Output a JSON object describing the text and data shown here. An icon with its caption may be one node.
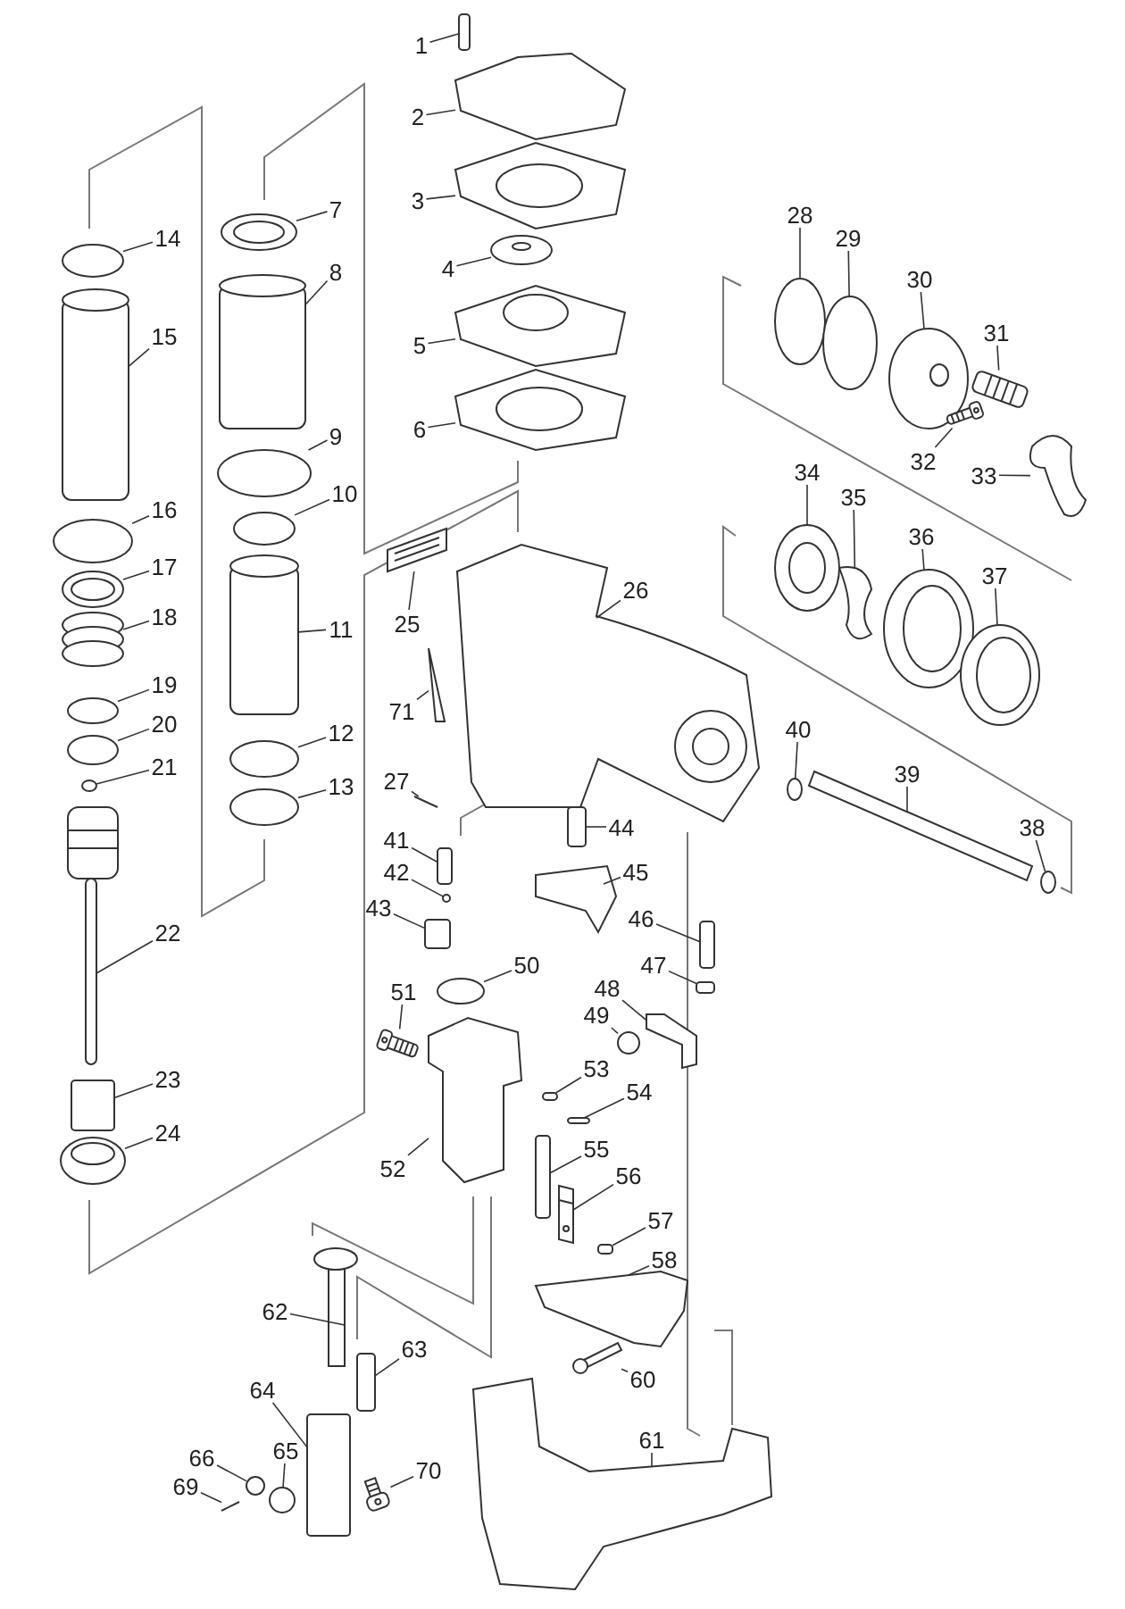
{
  "diagram": {
    "nodes": [
      {
        "text": [
          "1"
        ]
      },
      {
        "text": [
          "2"
        ]
      },
      {
        "text": [
          "3"
        ]
      },
      {
        "text": [
          "4"
        ]
      },
      {
        "text": [
          "5"
        ]
      },
      {
        "text": [
          "6"
        ]
      },
      {
        "text": [
          "7"
        ]
      },
      {
        "text": [
          "8"
        ]
      },
      {
        "text": [
          "9"
        ]
      },
      {
        "text": [
          "10"
        ]
      },
      {
        "text": [
          "11"
        ]
      },
      {
        "text": [
          "12"
        ]
      },
      {
        "text": [
          "13"
        ]
      },
      {
        "text": [
          "14"
        ]
      },
      {
        "text": [
          "15"
        ]
      },
      {
        "text": [
          "16"
        ]
      },
      {
        "text": [
          "17"
        ]
      },
      {
        "text": [
          "18"
        ]
      },
      {
        "text": [
          "19"
        ]
      },
      {
        "text": [
          "20"
        ]
      },
      {
        "text": [
          "21"
        ]
      },
      {
        "text": [
          "22"
        ]
      },
      {
        "text": [
          "23"
        ]
      },
      {
        "text": [
          "24"
        ]
      },
      {
        "text": [
          "25"
        ]
      },
      {
        "text": [
          "26"
        ]
      },
      {
        "text": [
          "27"
        ]
      },
      {
        "text": [
          "28"
        ]
      },
      {
        "text": [
          "29"
        ]
      },
      {
        "text": [
          "30"
        ]
      },
      {
        "text": [
          "31"
        ]
      },
      {
        "text": [
          "32"
        ]
      },
      {
        "text": [
          "33"
        ]
      },
      {
        "text": [
          "34"
        ]
      },
      {
        "text": [
          "35"
        ]
      },
      {
        "text": [
          "36"
        ]
      },
      {
        "text": [
          "37"
        ]
      },
      {
        "text": [
          "38"
        ]
      },
      {
        "text": [
          "39"
        ]
      },
      {
        "text": [
          "40"
        ]
      },
      {
        "text": [
          "41"
        ]
      },
      {
        "text": [
          "42"
        ]
      },
      {
        "text": [
          "43"
        ]
      },
      {
        "text": [
          "44"
        ]
      },
      {
        "text": [
          "45"
        ]
      },
      {
        "text": [
          "46"
        ]
      },
      {
        "text": [
          "47"
        ]
      },
      {
        "text": [
          "48"
        ]
      },
      {
        "text": [
          "49"
        ]
      },
      {
        "text": [
          "50"
        ]
      },
      {
        "text": [
          "51"
        ]
      },
      {
        "text": [
          "52"
        ]
      },
      {
        "text": [
          "53"
        ]
      },
      {
        "text": [
          "54"
        ]
      },
      {
        "text": [
          "55"
        ]
      },
      {
        "text": [
          "56"
        ]
      },
      {
        "text": [
          "57"
        ]
      },
      {
        "text": [
          "58"
        ]
      },
      {
        "text": [
          "60"
        ]
      },
      {
        "text": [
          "61"
        ]
      },
      {
        "text": [
          "62"
        ]
      },
      {
        "text": [
          "63"
        ]
      },
      {
        "text": [
          "64"
        ]
      },
      {
        "text": [
          "65"
        ]
      },
      {
        "text": [
          "66"
        ]
      },
      {
        "text": [
          "69"
        ]
      },
      {
        "text": [
          "70"
        ]
      },
      {
        "text": [
          "71"
        ]
      },
      {
        "text": [],
        "shape": "box"
      },
      {
        "text": [],
        "shape": "picture"
      },
      {
        "text": [],
        "shape": "picture"
      },
      {
        "text": [],
        "shape": "picture"
      },
      {
        "text": [],
        "shape": "picture"
      },
      {
        "text": [],
        "shape": "picture"
      },
      {
        "text": [],
        "shape": "picture"
      },
      {
        "text": [],
        "shape": "cylinder"
      },
      {
        "text": [],
        "shape": "circle"
      },
      {
        "text": [],
        "shape": "circle"
      },
      {
        "text": [],
        "shape": "cylinder"
      },
      {
        "text": [],
        "shape": "circle"
      },
      {
        "text": [],
        "shape": "circle"
      },
      {
        "text": [],
        "shape": "circle"
      },
      {
        "text": [],
        "shape": "cylinder"
      },
      {
        "text": [],
        "shape": "circle"
      },
      {
        "text": [],
        "shape": "picture"
      },
      {
        "text": [],
        "shape": "picture"
      },
      {
        "text": [],
        "shape": "circle"
      },
      {
        "text": [],
        "shape": "circle"
      },
      {
        "text": [],
        "shape": "circle"
      },
      {
        "text": [],
        "shape": "picture"
      },
      {
        "text": [],
        "shape": "box"
      },
      {
        "text": [],
        "shape": "picture"
      },
      {
        "text": [],
        "shape": "picture"
      },
      {
        "text": [],
        "shape": "picture"
      },
      {
        "text": [],
        "shape": "picture"
      },
      {
        "text": [],
        "shape": "circle"
      },
      {
        "text": [],
        "shape": "circle"
      },
      {
        "text": [],
        "shape": "picture"
      },
      {
        "text": [],
        "shape": "picture"
      },
      {
        "text": [],
        "shape": "picture"
      },
      {
        "text": [],
        "shape": "picture"
      },
      {
        "text": [],
        "shape": "picture"
      },
      {
        "text": [],
        "shape": "picture"
      },
      {
        "text": [],
        "shape": "picture"
      },
      {
        "text": [],
        "shape": "picture"
      },
      {
        "text": [],
        "shape": "circle"
      },
      {
        "text": [],
        "shape": "picture"
      },
      {
        "text": [],
        "shape": "circle"
      },
      {
        "text": [],
        "shape": "box"
      },
      {
        "text": [],
        "shape": "circle"
      },
      {
        "text": [],
        "shape": "box"
      },
      {
        "text": [],
        "shape": "box"
      },
      {
        "text": [],
        "shape": "picture"
      },
      {
        "text": [],
        "shape": "box"
      },
      {
        "text": [],
        "shape": "box"
      },
      {
        "text": [],
        "shape": "picture"
      },
      {
        "text": [],
        "shape": "circle"
      },
      {
        "text": [],
        "shape": "circle"
      },
      {
        "text": [],
        "shape": "picture"
      },
      {
        "text": [],
        "shape": "picture"
      },
      {
        "text": [],
        "shape": "box"
      },
      {
        "text": [],
        "shape": "box"
      },
      {
        "text": [],
        "shape": "box"
      },
      {
        "text": [],
        "shape": "picture"
      },
      {
        "text": [],
        "shape": "box"
      },
      {
        "text": [],
        "shape": "picture"
      },
      {
        "text": [],
        "shape": "picture"
      },
      {
        "text": [],
        "shape": "picture"
      },
      {
        "text": [],
        "shape": "picture"
      },
      {
        "text": [],
        "shape": "box"
      },
      {
        "text": [],
        "shape": "box"
      },
      {
        "text": [],
        "shape": "circle"
      },
      {
        "text": [],
        "shape": "circle"
      },
      {
        "text": [],
        "shape": "picture"
      },
      {
        "text": [],
        "shape": "picture"
      },
      {
        "text": [],
        "shape": "picture"
      }
    ],
    "edges": [
      {
        "from": 0,
        "to": 68,
        "arrow": "none"
      },
      {
        "from": 1,
        "to": 69,
        "arrow": "none"
      },
      {
        "from": 2,
        "to": 70,
        "arrow": "none"
      },
      {
        "from": 3,
        "to": 71,
        "arrow": "none"
      },
      {
        "from": 4,
        "to": 72,
        "arrow": "none"
      },
      {
        "from": 5,
        "to": 73,
        "arrow": "none"
      },
      {
        "from": 6,
        "to": 74,
        "arrow": "none"
      },
      {
        "from": 7,
        "to": 75,
        "arrow": "none"
      },
      {
        "from": 8,
        "to": 76,
        "arrow": "none"
      },
      {
        "from": 9,
        "to": 77,
        "arrow": "none"
      },
      {
        "from": 10,
        "to": 78,
        "arrow": "none"
      },
      {
        "from": 11,
        "to": 79,
        "arrow": "none"
      },
      {
        "from": 12,
        "to": 80,
        "arrow": "none"
      },
      {
        "from": 13,
        "to": 81,
        "arrow": "none"
      },
      {
        "from": 14,
        "to": 82,
        "arrow": "none"
      },
      {
        "from": 15,
        "to": 83,
        "arrow": "none"
      },
      {
        "from": 16,
        "to": 84,
        "arrow": "none"
      },
      {
        "from": 17,
        "to": 85,
        "arrow": "none"
      },
      {
        "from": 18,
        "to": 86,
        "arrow": "none"
      },
      {
        "from": 19,
        "to": 87,
        "arrow": "none"
      },
      {
        "from": 20,
        "to": 88,
        "arrow": "none"
      },
      {
        "from": 21,
        "to": 89,
        "arrow": "none"
      },
      {
        "from": 22,
        "to": 90,
        "arrow": "none"
      },
      {
        "from": 23,
        "to": 91,
        "arrow": "none"
      },
      {
        "from": 24,
        "to": 92,
        "arrow": "none"
      },
      {
        "from": 25,
        "to": 93,
        "arrow": "none"
      },
      {
        "from": 26,
        "to": 94,
        "arrow": "none"
      },
      {
        "from": 27,
        "to": 95,
        "arrow": "none"
      },
      {
        "from": 28,
        "to": 96,
        "arrow": "none"
      },
      {
        "from": 29,
        "to": 97,
        "arrow": "none"
      },
      {
        "from": 30,
        "to": 98,
        "arrow": "none"
      },
      {
        "from": 31,
        "to": 99,
        "arrow": "none"
      },
      {
        "from": 32,
        "to": 100,
        "arrow": "none"
      },
      {
        "from": 33,
        "to": 101,
        "arrow": "none"
      },
      {
        "from": 34,
        "to": 102,
        "arrow": "none"
      },
      {
        "from": 35,
        "to": 103,
        "arrow": "none"
      },
      {
        "from": 36,
        "to": 104,
        "arrow": "none"
      },
      {
        "from": 37,
        "to": 105,
        "arrow": "none"
      },
      {
        "from": 38,
        "to": 106,
        "arrow": "none"
      },
      {
        "from": 39,
        "to": 107,
        "arrow": "none"
      },
      {
        "from": 40,
        "to": 108,
        "arrow": "none"
      },
      {
        "from": 41,
        "to": 109,
        "arrow": "none"
      },
      {
        "from": 42,
        "to": 110,
        "arrow": "none"
      },
      {
        "from": 43,
        "to": 111,
        "arrow": "none"
      },
      {
        "from": 44,
        "to": 112,
        "arrow": "none"
      },
      {
        "from": 45,
        "to": 113,
        "arrow": "none"
      },
      {
        "from": 46,
        "to": 114,
        "arrow": "none"
      },
      {
        "from": 47,
        "to": 115,
        "arrow": "none"
      },
      {
        "from": 48,
        "to": 116,
        "arrow": "none"
      },
      {
        "from": 49,
        "to": 117,
        "arrow": "none"
      },
      {
        "from": 50,
        "to": 118,
        "arrow": "none"
      },
      {
        "from": 51,
        "to": 119,
        "arrow": "none"
      },
      {
        "from": 52,
        "to": 120,
        "arrow": "none"
      },
      {
        "from": 53,
        "to": 121,
        "arrow": "none"
      },
      {
        "from": 54,
        "to": 122,
        "arrow": "none"
      },
      {
        "from": 55,
        "to": 123,
        "arrow": "none"
      },
      {
        "from": 56,
        "to": 124,
        "arrow": "none"
      },
      {
        "from": 57,
        "to": 125,
        "arrow": "none"
      },
      {
        "from": 58,
        "to": 126,
        "arrow": "none"
      },
      {
        "from": 59,
        "to": 127,
        "arrow": "none"
      },
      {
        "from": 60,
        "to": 128,
        "arrow": "none"
      },
      {
        "from": 61,
        "to": 129,
        "arrow": "none"
      },
      {
        "from": 62,
        "to": 130,
        "arrow": "none"
      },
      {
        "from": 63,
        "to": 131,
        "arrow": "none"
      },
      {
        "from": 64,
        "to": 132,
        "arrow": "none"
      },
      {
        "from": 65,
        "to": 133,
        "arrow": "none"
      },
      {
        "from": 66,
        "to": 134,
        "arrow": "none"
      },
      {
        "from": 67,
        "to": 135,
        "arrow": "none"
      }
    ]
  }
}
